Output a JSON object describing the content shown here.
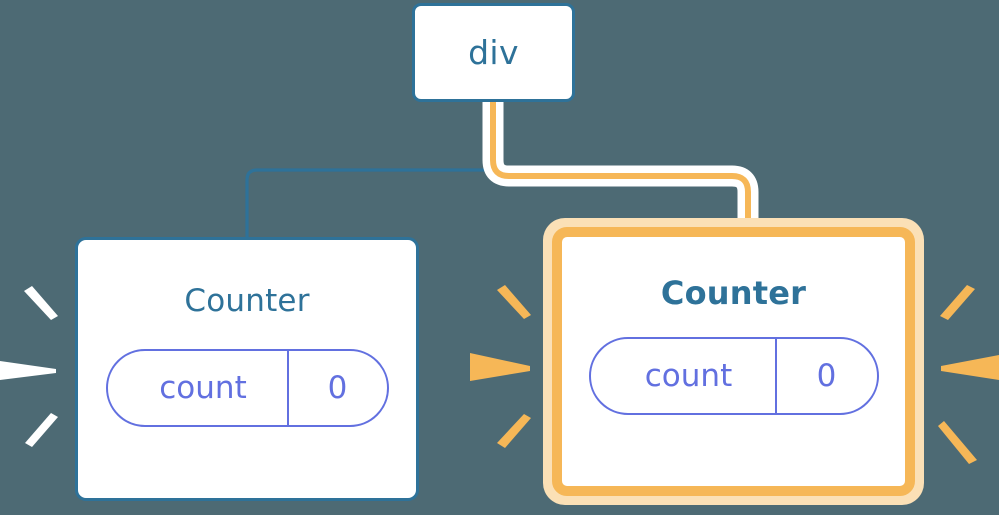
{
  "diagram": {
    "type": "component-tree",
    "background_color": "#4d6a74",
    "description": "React component tree showing a div parent with two Counter children; the right Counter is highlighted as re-rendering"
  },
  "root": {
    "label": "div",
    "border_color": "#2e7299",
    "text_color": "#2e7299"
  },
  "counters": [
    {
      "id": "counter-left",
      "title": "Counter",
      "highlighted": false,
      "border_color": "#2e7299",
      "title_color": "#2e7299",
      "state": {
        "key": "count",
        "value": "0"
      },
      "state_color": "#6270e0",
      "sparks_color": "#ffffff",
      "connector_color": "#2e7299"
    },
    {
      "id": "counter-right",
      "title": "Counter",
      "highlighted": true,
      "border_color": "#f6b757",
      "glow_color": "#fbe0b6",
      "title_color": "#2e7299",
      "state": {
        "key": "count",
        "value": "0"
      },
      "state_color": "#6270e0",
      "sparks_color": "#f6b757",
      "connector_color": "#f6b757"
    }
  ],
  "colors": {
    "background": "#4d6a74",
    "blue": "#2e7299",
    "orange": "#f6b757",
    "orange_glow": "#fbe0b6",
    "purple": "#6270e0",
    "white": "#ffffff"
  }
}
